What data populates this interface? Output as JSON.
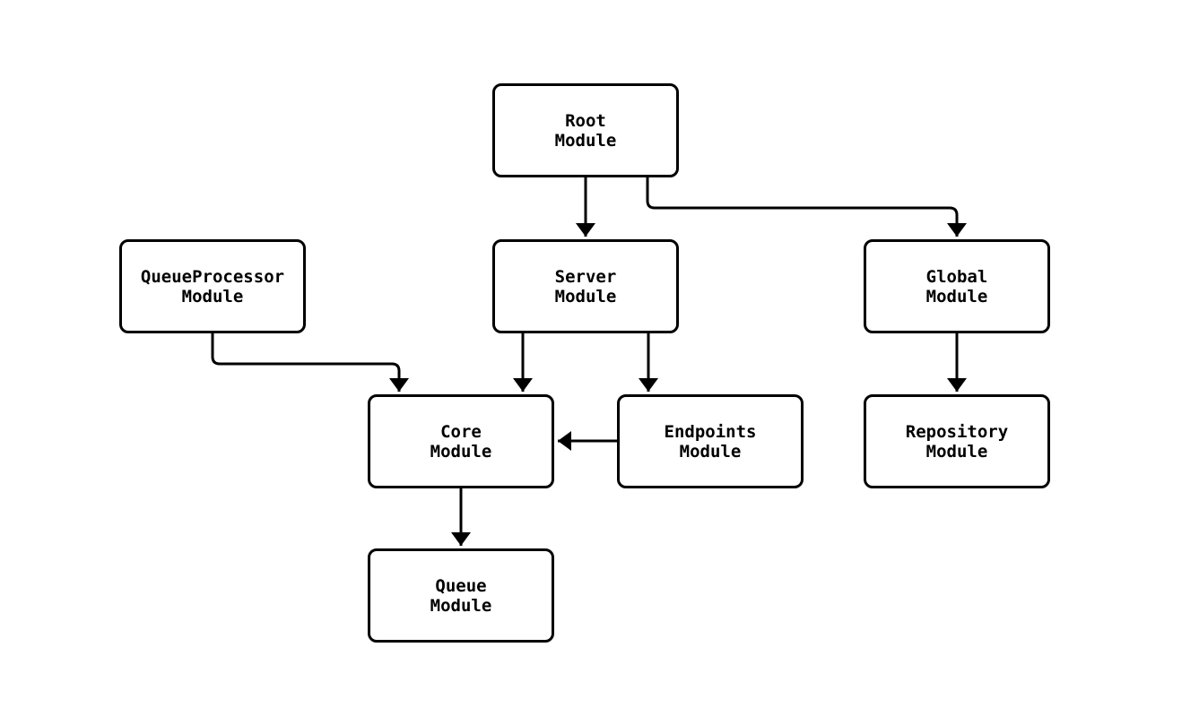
{
  "diagram": {
    "type": "module-dependency-flowchart",
    "background_color": "#ffffff",
    "line_color": "#000000",
    "text_color": "#000000",
    "nodes": [
      {
        "id": "root",
        "line1": "Root",
        "line2": "Module"
      },
      {
        "id": "queueprocessor",
        "line1": "QueueProcessor",
        "line2": "Module"
      },
      {
        "id": "server",
        "line1": "Server",
        "line2": "Module"
      },
      {
        "id": "global",
        "line1": "Global",
        "line2": "Module"
      },
      {
        "id": "core",
        "line1": "Core",
        "line2": "Module"
      },
      {
        "id": "endpoints",
        "line1": "Endpoints",
        "line2": "Module"
      },
      {
        "id": "repository",
        "line1": "Repository",
        "line2": "Module"
      },
      {
        "id": "queue",
        "line1": "Queue",
        "line2": "Module"
      }
    ],
    "edges": [
      {
        "from": "Root Module",
        "to": "Server Module"
      },
      {
        "from": "Root Module",
        "to": "Global Module"
      },
      {
        "from": "QueueProcessor Module",
        "to": "Core Module"
      },
      {
        "from": "Server Module",
        "to": "Core Module"
      },
      {
        "from": "Server Module",
        "to": "Endpoints Module"
      },
      {
        "from": "Endpoints Module",
        "to": "Core Module"
      },
      {
        "from": "Global Module",
        "to": "Repository Module"
      },
      {
        "from": "Core Module",
        "to": "Queue Module"
      }
    ]
  }
}
